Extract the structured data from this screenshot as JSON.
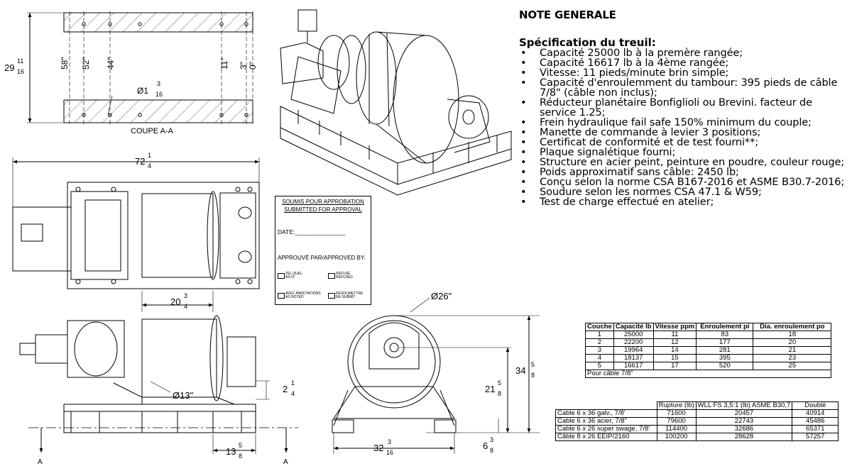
{
  "notes": {
    "title": "NOTE GENERALE",
    "spec_heading": "Spécification du treuil:",
    "items": [
      "Capacité 25000 lb à la premère rangée;",
      "Capacité 16617 lb à la 4ème rangée;",
      "Vitesse: 11 pieds/minute brin simple;",
      "Capacité d'enroulemment du tambour: 395 pieds de câble 7/8\" (câble non inclus);",
      "Réducteur planétaire Bonfiglioli ou Brevini. facteur de service 1.25;",
      "Frein hydraulique fail safe 150% minimum du couple;",
      "Manette de commande à levier 3 positions;",
      "Certificat de conformité et de test fourni**;",
      "Plaque signalétique fourni;",
      "Structure en acier peint, peinture en poudre, couleur rouge;",
      "Poids approximatif sans câble: 2450 lb;",
      "Conçu selon la norme CSA B167-2016 et ASME B30.7-2016;",
      "Soudure selon les normes CSA 47.1 & W59;",
      "Test de charge effectué en atelier;"
    ]
  },
  "capacity_table": {
    "headers": [
      "Couche",
      "Capacité lb",
      "Vitesse ppm",
      "Enroulement pi",
      "Dia. enroulement po"
    ],
    "rows": [
      [
        "1",
        "25000",
        "11",
        "83",
        "18"
      ],
      [
        "2",
        "22200",
        "12",
        "177",
        "20"
      ],
      [
        "3",
        "19964",
        "14",
        "281",
        "21"
      ],
      [
        "4",
        "18137",
        "15",
        "395",
        "23"
      ],
      [
        "5",
        "16617",
        "17",
        "520",
        "25"
      ]
    ],
    "footer": "Pour câble 7/8\""
  },
  "cable_table": {
    "headers": [
      "",
      "Rupture (lb)",
      "WLL FS 3,5:1 (lb) ASME B30,7",
      "Doublé"
    ],
    "rows": [
      [
        "Cable 6 x 36 galv., 7/8'",
        "71600",
        "20457",
        "40914"
      ],
      [
        "Cable 6 x 36 acier, 7/8\"",
        "79600",
        "22743",
        "45486"
      ],
      [
        "Cable 6 x 26 super swage, 7/8'",
        "114400",
        "32686",
        "65371"
      ],
      [
        "Câble 8 x 26 EEIP/2160",
        "100200",
        "28628",
        "57257"
      ]
    ]
  },
  "stamp": {
    "line1": "SOUMIS POUR APPROBATION",
    "line2": "SUBMITTED FOR APPROVAL",
    "date": "DATE:_______________",
    "approved": "APPROUVÉ PAR/APPROVED BY:",
    "opt1a": "TEL QUEL",
    "opt1b": "AS IS",
    "opt2a": "REFUSÉ",
    "opt2b": "REFUSED",
    "opt3a": "AVEC ANNOTATIONS",
    "opt3b": "AS NOTED",
    "opt4a": "RESOUMETTRE",
    "opt4b": "RE-SUBMIT"
  },
  "dims": {
    "coupe_label": "COUPE A-A",
    "d_29": "29",
    "d_29_n": "11",
    "d_29_d": "16",
    "d_58": "58\"",
    "d_52": "52\"",
    "d_44": "44\"",
    "d_11": "11\"",
    "d_3": "3\"",
    "d_0": "0\"",
    "d_hole_pre": "Ø1",
    "d_hole_n": "3",
    "d_hole_d": "16",
    "d_72": "72",
    "d_72_n": "1",
    "d_72_d": "4",
    "d_20": "20",
    "d_20_n": "3",
    "d_20_d": "4",
    "d_13": "Ø13\"",
    "d_2": "2",
    "d_2_n": "1",
    "d_2_d": "4",
    "d_13b": "13",
    "d_13b_n": "5",
    "d_13b_d": "8",
    "d_26": "Ø26\"",
    "d_34": "34",
    "d_34_n": "5",
    "d_34_d": "8",
    "d_21": "21",
    "d_21_n": "5",
    "d_21_d": "8",
    "d_32": "32",
    "d_32_n": "3",
    "d_32_d": "16",
    "d_6": "6",
    "d_6_n": "3",
    "d_6_d": "8",
    "section_a": "A"
  }
}
